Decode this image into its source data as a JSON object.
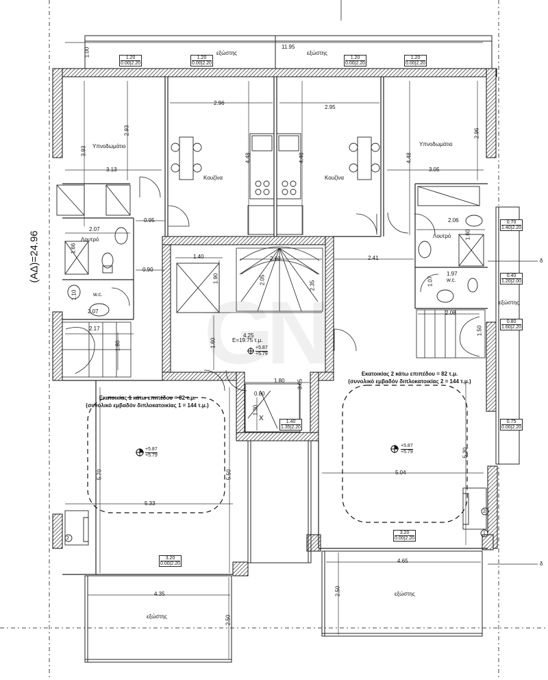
{
  "plot_label": "(ΑΔ)=24.96",
  "dimensions": {
    "top_width": "11.95",
    "top_depth": "1.00",
    "left_room_w": "2.96",
    "right_room_w": "2.95",
    "bed1_h": "3.93",
    "bed1_h2": "2.93",
    "bed1_w": "3.13",
    "kitchen1_h": "4.48",
    "kitchen1_h2": "4.48",
    "kitchen2_h": "4.48",
    "bed2_h": "2.96",
    "bed2_w": "3.05",
    "bath1_w": "2.07",
    "bath1_gap": "0.95",
    "bath1_h": "1.66",
    "wc1_gap": "0.90",
    "wc1_h": "1.10",
    "wc1_w": "2.07",
    "stair1_w": "2.17",
    "stair1_h": "1.80",
    "elev_w": "1.40",
    "elev_h": "1.90",
    "stair_w": "2.60",
    "stair_h1": "2.05",
    "stair_h2": "2.35",
    "core_w": "2.41",
    "lobby_w": "4.25",
    "lobby_h": "1.60",
    "lobby_w2": "1.80",
    "shaft_w": "0.80",
    "shaft_h": "1.30",
    "shaft_h2": "3.05",
    "bath2_w": "2.06",
    "bath2_h": "1.60",
    "wc2_w": "1.97",
    "wc2_h": "1.07",
    "stair2_w": "2.08",
    "stair2_h": "1.50",
    "main1_h": "5.70",
    "main1_h2": "5.50",
    "main1_w": "5.33",
    "main2_h": "5.30",
    "main2_w": "5.04",
    "balc1_w": "4.35",
    "balc1_h": "2.50",
    "balc2_w": "4.65",
    "balc2_h": "2.50"
  },
  "rooms": {
    "exterior": "εξώστης",
    "bedroom": "Υπνοδωμάτιο",
    "kitchen": "Κουζίνα",
    "bathroom": "Λουτρό",
    "wc": "w.c.",
    "lobby_area": "E=19.75 τ.μ."
  },
  "windows": [
    {
      "top": "1.20",
      "bottom": "0.00|2.20"
    },
    {
      "top": "1.20",
      "bottom": "0.00|2.20"
    },
    {
      "top": "1.20",
      "bottom": "0.00|2.20"
    },
    {
      "top": "1.20",
      "bottom": "0.00|2.20"
    },
    {
      "top": "0.70",
      "bottom": "1.40|2.20"
    },
    {
      "top": "0.40",
      "bottom": "1.20|2.00"
    },
    {
      "top": "0.80",
      "bottom": "1.60|2.20"
    },
    {
      "top": "0.75",
      "bottom": "0.00|2.20"
    },
    {
      "top": "1.40",
      "bottom": "1.35|2.20"
    },
    {
      "top": "3.20",
      "bottom": "0.00|2.20"
    },
    {
      "top": "3.20",
      "bottom": "0.00|2.20"
    }
  ],
  "levels": {
    "upper": "+5.87",
    "lower": "+5.79"
  },
  "flats": {
    "flat1_line1": "Εκατοικίας 1 κάτω επιπέδου = 82 τ.μ.",
    "flat1_line2": "(συνολικό εμβαδόν διπλοκατοικίας 1 = 144 τ.μ.)",
    "flat2_line1": "Εκατοικίας 2 κάτω επιπέδου = 82 τ.μ.",
    "flat2_line2": "(συνολικό εμβαδόν διπλοκατοικίας 2 = 144 τ.μ.)"
  },
  "markers": {
    "delta": "δ",
    "circle_num": "2",
    "circle_one": "1",
    "x_mark": "X"
  }
}
